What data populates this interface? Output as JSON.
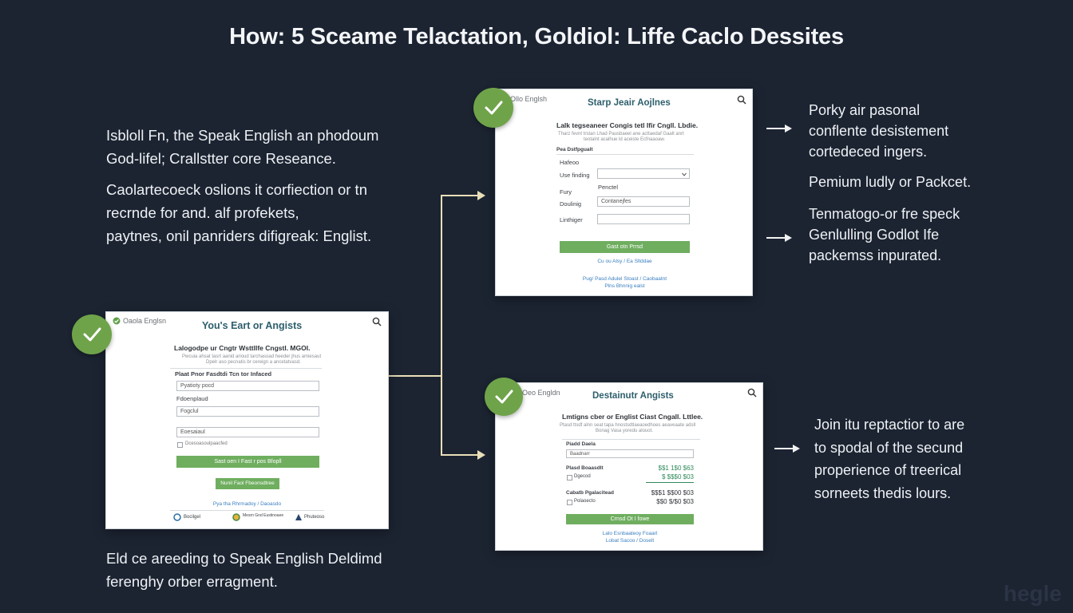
{
  "title": "How: 5 Sceame Telactation, Goldiol: Liffe Caclo Dessites",
  "left_intro": [
    "Isbloll Fn, the Speak English an phodoum",
    "God-lifel; Crallstter core Reseance."
  ],
  "left_intro2": [
    "Caolartecoeck oslions it corfiection or tn",
    "recrnde for and. alf profekets,",
    "paytnes, onil panriders difigreak: Englist."
  ],
  "left_bottom": [
    "Eld ce areeding to Speak English Deldimd",
    "ferenghy orber erragment."
  ],
  "right_top": [
    "Porky air pasonal",
    "conflente desistement",
    "cortedeced ingers."
  ],
  "right_mid": "Pemium ludly or Packcet.",
  "right_mid2": [
    "Tenmatogo-or fre speck",
    "Genlulling Godlot Ife",
    "packemss inpurated."
  ],
  "right_bottom": [
    "Join itu reptactior to are",
    "to spodal of the secund",
    "properience of treerical",
    "sorneets thedis lours."
  ],
  "card_left": {
    "brand": "Oaola Englsn",
    "title": "You's Eart or Angists",
    "heading": "Lalogodpe ur Cngtr Wsttllfe Cngstl. MGOI.",
    "sub": "Pwcuia ahsat tasrt aanid arioud tarchasoad heeder jhus amiesaut",
    "sub2": "Dpelr aso pecnatis br cereign a ancetatvasd.",
    "form_label": "Plaat Pnor Fasdtdi Tcn tor Infaced",
    "field1": "Pyatioty pocd",
    "label2": "Fdoenplaud",
    "field2": "Fogclul",
    "field3": "Eoesaiaul",
    "check": "Dcesoasoulpaacfed",
    "button1": "Sast oen I Fast r pos Bfopll",
    "button2": "Nunil Faol Fbeonsdtree",
    "link": "Pya tha Rhrmadoy / Daoasdo",
    "logos": [
      "Bocilgel",
      "Mesrn Gnd Eustinoaee",
      "Phuteoso"
    ]
  },
  "card_top": {
    "brand": "Ollo Englsh",
    "title": "Starp Jeair Aojlnes",
    "heading": "Lalk tegseaneer Congis tetl Ifir Cngll. Lbdie.",
    "sub": "Tharz fevnt trstan Lhad Pausbaeel ane acttaedaf Gaalt anrt",
    "sub2": "teotalnt acalhue ld aceiste Ecfnaaoaw.",
    "form_label": "Pea Dstfpgualt",
    "l1": "Hafeoo",
    "l2": "Use finding",
    "l3": "Fury",
    "l3b": "Penctel",
    "l4": "Doulinig",
    "field4": "Contanejfes",
    "l5": "Linthiger",
    "button": "Gast otn Prrsd",
    "link1": "Cu ou Alsy / Ea Sltddae",
    "link2": "Pug/ Pasd Adulel Stoast / Caobaatnt",
    "link3": "Plns Bhnnig ealst"
  },
  "card_bottom": {
    "brand": "Oeo Engldn",
    "title": "Destainutr Angists",
    "heading": "Lmtigns cber or Englist Ciast Cngall. Lttlee.",
    "sub": "Ptasd ttsdf alnn seat tapa hnostsdtlaeaoedhoes aeaveaate adsll",
    "sub2": "Bonag Vasa yoredu alouot.",
    "form_label": "Piadd Daela",
    "select": "Baadnarr",
    "row1": "Plasd Boaasdlt",
    "row1b": "Dgecod",
    "amt1": "$$1 1$0 $63",
    "amt1b": "$ $$$0 $03",
    "row2": "Cabatb Pgalacitead",
    "row2b": "Polaoecto",
    "amt2": "$$$1 $$00 $03",
    "amt2b": "$$0 $/$0 $03",
    "button": "Crnsd Ot I fowe",
    "link1": "Lalo Esnbaateoy Foaarl",
    "link2": "Lobat Sacoo / Doselt"
  },
  "watermark": "hegle",
  "colors": {
    "background": "#1c2432",
    "accent_green": "#6fa34a",
    "button_green": "#6fae5f",
    "connector": "#e9dfb8"
  }
}
